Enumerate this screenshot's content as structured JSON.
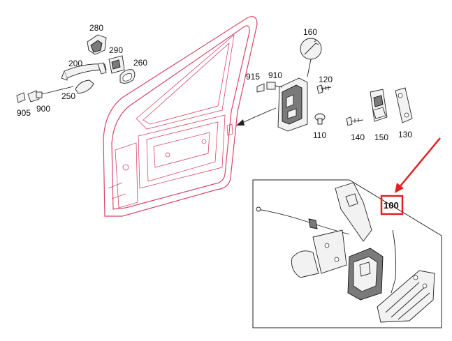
{
  "labels": {
    "p280": "280",
    "p290": "290",
    "p200": "200",
    "p260": "260",
    "p250": "250",
    "p905": "905",
    "p900": "900",
    "p160": "160",
    "p915": "915",
    "p910": "910",
    "p120": "120",
    "p110": "110",
    "p140": "140",
    "p150": "150",
    "p130": "130",
    "p100": "100"
  },
  "colors": {
    "door_outline": "#d5476b",
    "highlight": "#e02020",
    "part_stroke": "#222222"
  }
}
